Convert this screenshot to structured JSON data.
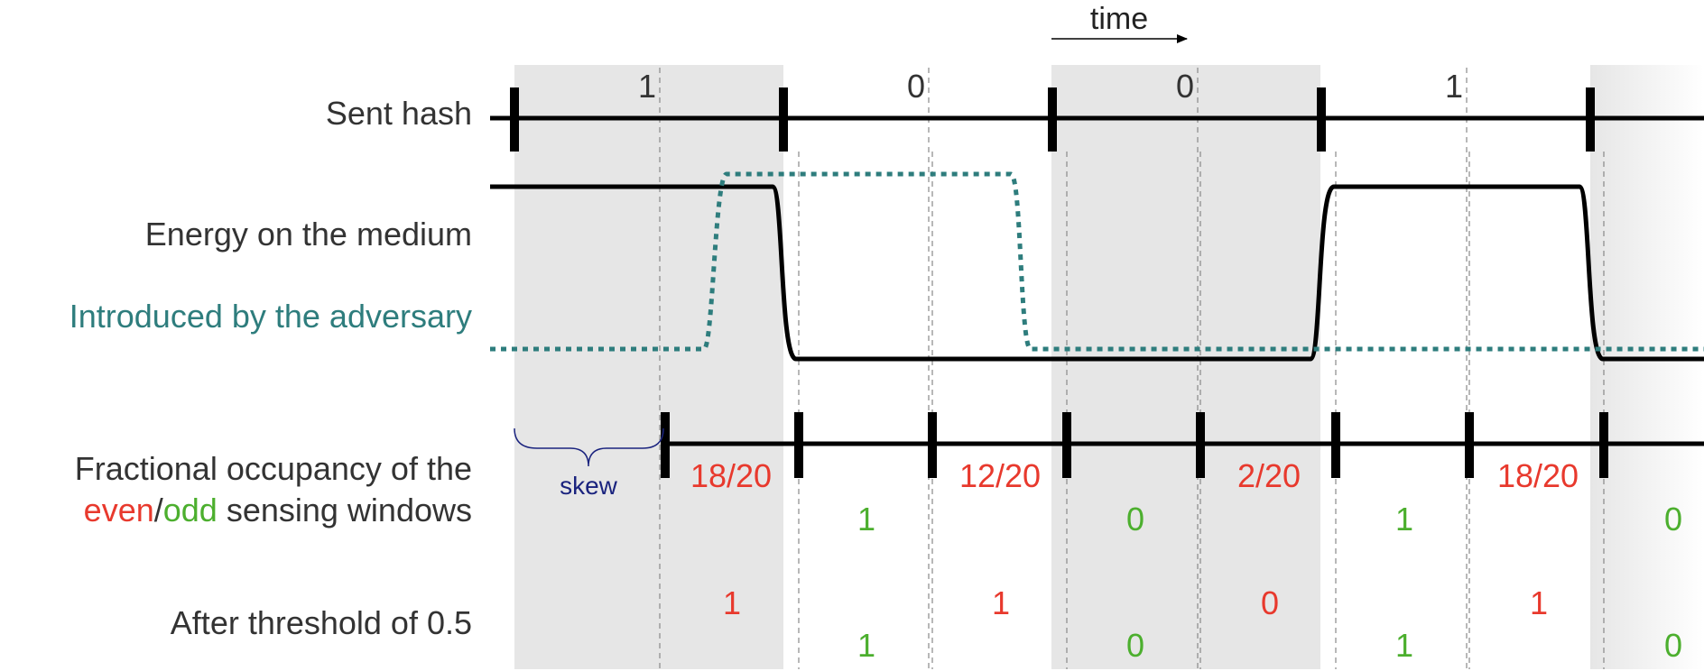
{
  "time_label": "time",
  "row_labels": {
    "sent_hash": "Sent hash",
    "energy": "Energy on the medium",
    "adversary": "Introduced by the adversary",
    "fractional_line1": "Fractional occupancy of the",
    "fractional_even": "even",
    "fractional_slash": "/",
    "fractional_odd": "odd",
    "fractional_rest": " sensing windows",
    "threshold": "After threshold of 0.5"
  },
  "skew_label": "skew",
  "sent_bits": [
    "1",
    "0",
    "0",
    "1"
  ],
  "energy_levels": [
    1,
    0,
    0,
    1
  ],
  "adversary_levels": [
    0,
    1,
    1,
    0,
    0,
    0
  ],
  "even_fractions": [
    "18/20",
    "12/20",
    "2/20",
    "18/20"
  ],
  "odd_values": [
    "1",
    "0",
    "1",
    "0"
  ],
  "threshold_even": [
    "1",
    "1",
    "0",
    "1"
  ],
  "threshold_odd": [
    "1",
    "0",
    "1",
    "0"
  ],
  "colors": {
    "even": "#e8392d",
    "odd": "#4caf2e",
    "adversary": "#2e7d7d",
    "skew": "#1a237e",
    "shade": "#e6e6e6",
    "line": "#000000",
    "label": "#333333"
  }
}
